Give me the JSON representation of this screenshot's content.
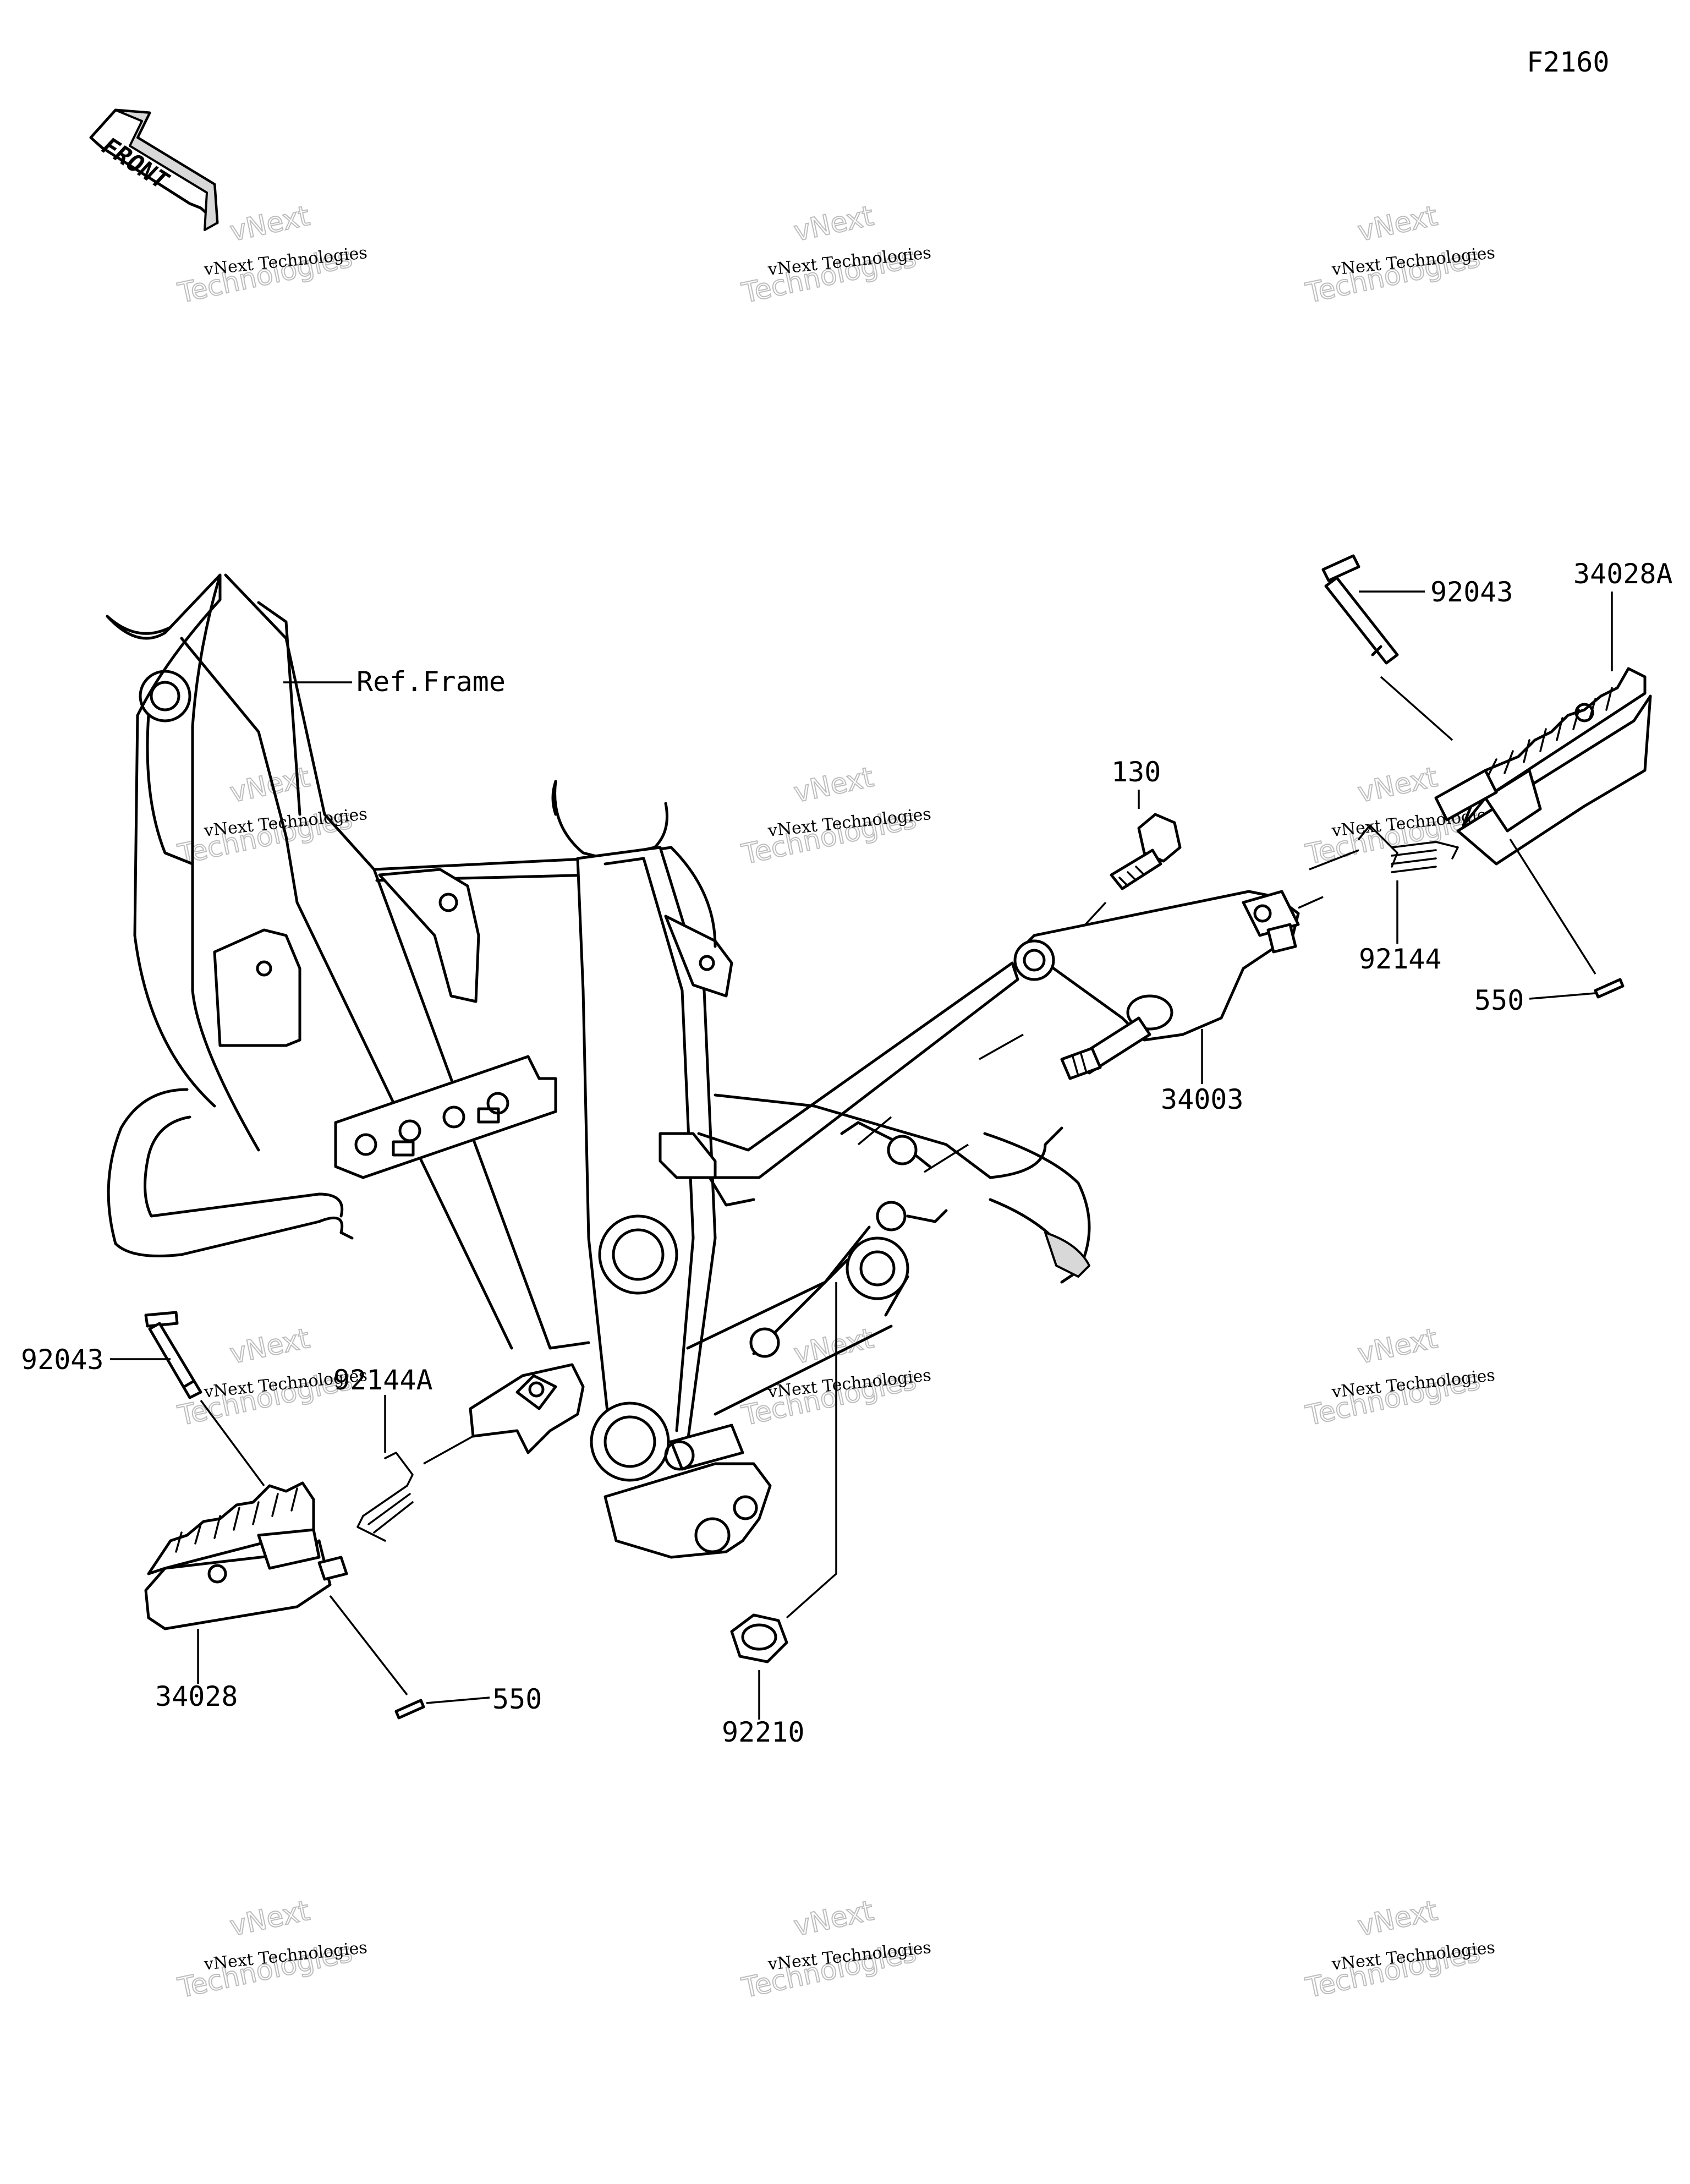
{
  "diagram_code": "F2160",
  "front_arrow_label": "FRONT",
  "frame_reference": "Ref.Frame",
  "callouts": {
    "pin_right": "92043",
    "footpeg_right": "34028A",
    "bolt": "130",
    "spring_right": "92144",
    "cotter_pin_right": "550",
    "footpeg_bracket": "34003",
    "pin_left": "92043",
    "spring_left": "92144A",
    "footpeg_left": "34028",
    "cotter_pin_left": "550",
    "nut": "92210"
  },
  "watermark": {
    "line1": "vNext Technologies",
    "line2": "Technologies",
    "line3": "vNext"
  },
  "colors": {
    "line": "#000000",
    "background": "#ffffff",
    "watermark_outline": "#bdbdbd"
  }
}
